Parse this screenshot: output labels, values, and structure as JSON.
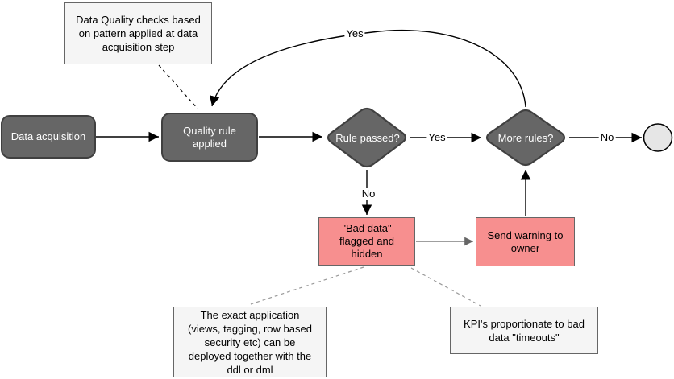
{
  "diagram": {
    "nodes": {
      "data_acquisition": {
        "label": "Data acquisition",
        "type": "process"
      },
      "quality_rule_applied": {
        "label": "Quality rule applied",
        "type": "process"
      },
      "rule_passed": {
        "label": "Rule passed?",
        "type": "decision"
      },
      "more_rules": {
        "label": "More rules?",
        "type": "decision"
      },
      "bad_data": {
        "label": "\"Bad data\" flagged and hidden",
        "type": "alert"
      },
      "send_warning": {
        "label": "Send warning to owner",
        "type": "alert"
      },
      "end_terminator": {
        "label": "",
        "type": "terminator"
      }
    },
    "annotations": {
      "dq_checks": {
        "text": "Data Quality checks based on pattern applied at data acquisition step"
      },
      "exact_application": {
        "text": "The exact application (views, tagging, row based security etc) can be deployed together with the ddl or dml"
      },
      "kpi": {
        "text": "KPI's proportionate to bad data \"timeouts\""
      }
    },
    "edge_labels": {
      "loop_yes": "Yes",
      "pass_yes": "Yes",
      "pass_no": "No",
      "end_no": "No"
    },
    "colors": {
      "process_fill": "#666666",
      "process_border": "#404040",
      "process_text": "#ffffff",
      "alert_fill": "#f78f8f",
      "alert_border": "#666666",
      "annotation_fill": "#f5f5f5",
      "annotation_border": "#666666",
      "terminator_fill": "#e6e6e6",
      "edge_color": "#000000",
      "gray_edge_color": "#666666",
      "dashed_gray": "#999999"
    }
  }
}
